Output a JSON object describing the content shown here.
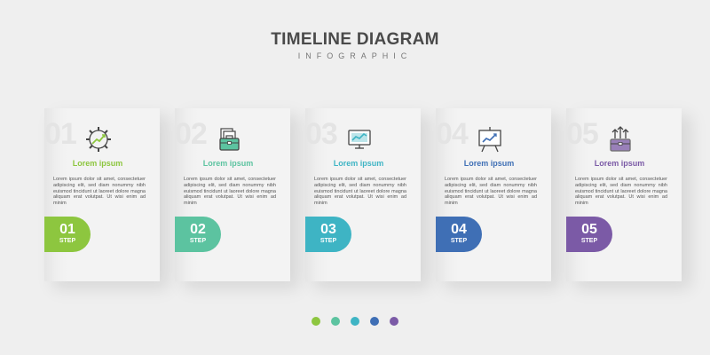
{
  "title": "TIMELINE DIAGRAM",
  "subtitle": "INFOGRAPHIC",
  "steps": [
    {
      "number": "01",
      "step_label": "STEP",
      "heading": "Lorem ipsum",
      "color": "#8dc63f",
      "icon": "gear-growth-icon",
      "body": "Lorem ipsum dolor sit amet, consectetuer adipiscing elit, sed diam nonummy nibh euismod tincidunt ut laoreet dolore magna aliquam erat volutpat. Ut wisi enim ad minim"
    },
    {
      "number": "02",
      "step_label": "STEP",
      "heading": "Lorem ipsum",
      "color": "#5cc3a0",
      "icon": "briefcase-documents-icon",
      "body": "Lorem ipsum dolor sit amet, consectetuer adipiscing elit, sed diam nonummy nibh euismod tincidunt ut laoreet dolore magna aliquam erat volutpat. Ut wisi enim ad minim"
    },
    {
      "number": "03",
      "step_label": "STEP",
      "heading": "Lorem ipsum",
      "color": "#3eb4c4",
      "icon": "monitor-chart-icon",
      "body": "Lorem ipsum dolor sit amet, consectetuer adipiscing elit, sed diam nonummy nibh euismod tincidunt ut laoreet dolore magna aliquam erat volutpat. Ut wisi enim ad minim"
    },
    {
      "number": "04",
      "step_label": "STEP",
      "heading": "Lorem ipsum",
      "color": "#3f6fb5",
      "icon": "presentation-board-icon",
      "body": "Lorem ipsum dolor sit amet, consectetuer adipiscing elit, sed diam nonummy nibh euismod tincidunt ut laoreet dolore magna aliquam erat volutpat. Ut wisi enim ad minim"
    },
    {
      "number": "05",
      "step_label": "STEP",
      "heading": "Lorem ipsum",
      "color": "#7b5aa6",
      "icon": "briefcase-growth-icon",
      "body": "Lorem ipsum dolor sit amet, consectetuer adipiscing elit, sed diam nonummy nibh euismod tincidunt ut laoreet dolore magna aliquam erat volutpat. Ut wisi enim ad minim"
    }
  ]
}
